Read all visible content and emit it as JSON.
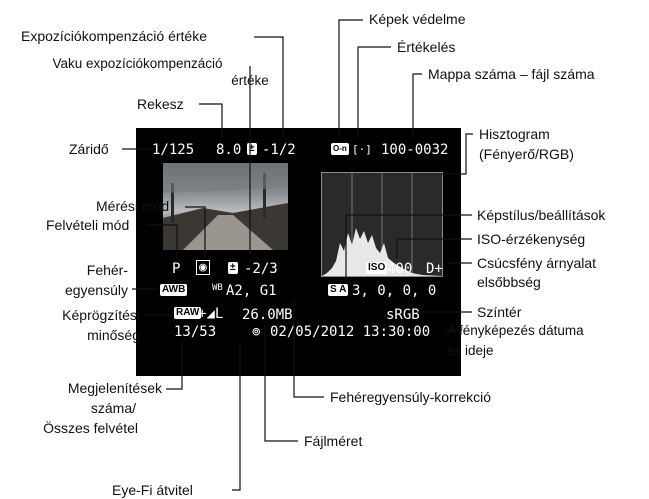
{
  "labels": {
    "kepek_vedelme": "Képek védelme",
    "expo_komp": "Expozíciókompenzáció értéke",
    "ertekeles": "Értékelés",
    "vaku_expo_1": "Vaku expozíciókompenzáció",
    "vaku_expo_2": "értéke",
    "mappa": "Mappa száma – fájl száma",
    "rekesz": "Rekesz",
    "zarido": "Záridő",
    "hisztogram_1": "Hisztogram",
    "hisztogram_2": "(Fényerő/RGB)",
    "meresi_mod": "Mérési mód",
    "kepstilus": "Képstílus/beállítások",
    "felveteli_mod": "Felvételi mód",
    "iso": "ISO-érzékenység",
    "feher_1": "Fehér-",
    "feher_2": "egyensúly",
    "csucsfeny_1": "Csúcsfény árnyalat",
    "csucsfeny_2": "elsőbbség",
    "szinter": "Színtér",
    "kepr_1": "Képrögzítési",
    "kepr_2": "minőség",
    "datum_1": "A fényképezés dátuma",
    "datum_2": "és ideje",
    "megj_1": "Megjelenítések",
    "megj_2": "száma/",
    "megj_3": "Összes felvétel",
    "feherkorr": "Fehéregyensúly-korrekció",
    "fajlmeret": "Fájlméret",
    "eyefi": "Eye-Fi átvitel"
  },
  "screen": {
    "shutter": "1/125",
    "aperture": "8.0",
    "expo_comp": "-1/2",
    "expo_comp_icon": "±",
    "protect_icon": "O-n",
    "rating_icon": "[·]",
    "folder_file": "100-0032",
    "mode": "P",
    "flash_comp": "-2/3",
    "flash_comp_icon": "±",
    "awb": "AWB",
    "wb_correction": "A2, G1",
    "wb_prefix": "WB",
    "picture_style_icon": "S A",
    "picture_style_values": "3,  0,  0,  0",
    "iso_icon": "ISO",
    "iso": "400",
    "highlight_priority": "D+",
    "raw_icon": "RAW",
    "quality": "+◢L",
    "file_size": "26.0MB",
    "color_space": "sRGB",
    "counter": "13/53",
    "eyefi_icon": "⊚",
    "datetime": "02/05/2012  13:30:00"
  },
  "colors": {
    "screen_bg": "#000000",
    "screen_text": "#ffffff",
    "line": "#111111",
    "histogram_fill": "#e8e8e8"
  }
}
